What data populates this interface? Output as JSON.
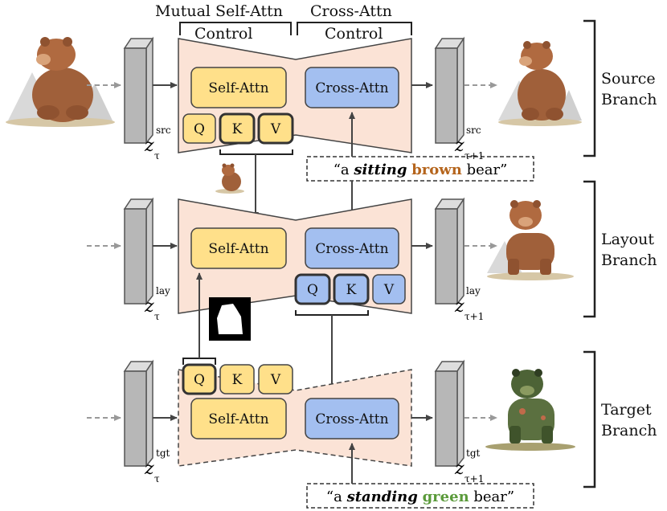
{
  "header": {
    "mutual_label": "Mutual Self-Attn",
    "mutual_control": "Control",
    "cross_label": "Cross-Attn",
    "cross_control": "Control"
  },
  "blocks": {
    "self_attn": "Self-Attn",
    "cross_attn": "Cross-Attn"
  },
  "qkv": {
    "q": "Q",
    "k": "K",
    "v": "V"
  },
  "branches": [
    {
      "name_line1": "Source",
      "name_line2": "Branch",
      "latent": "z",
      "sub_in": "τ",
      "sup_in": "src",
      "sub_out": "τ+1",
      "sup_out": "src"
    },
    {
      "name_line1": "Layout",
      "name_line2": "Branch",
      "latent": "z",
      "sub_in": "τ",
      "sup_in": "lay",
      "sub_out": "τ+1",
      "sup_out": "lay"
    },
    {
      "name_line1": "Target",
      "name_line2": "Branch",
      "latent": "z",
      "sub_in": "τ",
      "sup_in": "tgt",
      "sub_out": "τ+1",
      "sup_out": "tgt"
    }
  ],
  "prompts": {
    "source": {
      "open": "“a ",
      "verb": "sitting",
      "space": " ",
      "color_word": "brown",
      "rest": " bear”",
      "color": "#b5651d"
    },
    "target": {
      "open": "“a ",
      "verb": "standing",
      "space": " ",
      "color_word": "green",
      "rest": " bear”",
      "color": "#5a9a3a"
    }
  },
  "colors": {
    "unet_fill": "#fbe3d6",
    "self_attn_fill": "#ffe08a",
    "cross_attn_fill": "#a3bff0",
    "latent_fill": "#b7b7b7"
  }
}
